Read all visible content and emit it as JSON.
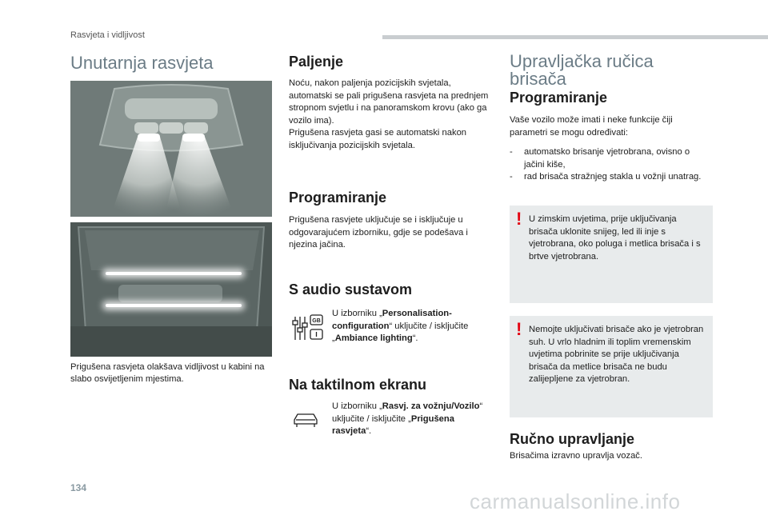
{
  "header": {
    "section": "Rasvjeta i vidljivost"
  },
  "page_number": "134",
  "watermark": "carmanualsonline.info",
  "col1": {
    "title": "Unutarnja rasvjeta",
    "caption": "Prigušena rasvjeta olakšava vidljivost u kabini na slabo osvijetljenim mjestima."
  },
  "col2": {
    "paljenje": {
      "heading": "Paljenje",
      "text1": "Noću, nakon paljenja pozicijskih svjetala, automatski se pali prigušena rasvjeta na prednjem stropnom svjetlu i na panoramskom krovu (ako ga vozilo ima).",
      "text2": "Prigušena rasvjeta gasi se automatski nakon isključivanja pozicijskih svjetala."
    },
    "programiranje": {
      "heading": "Programiranje",
      "text": "Prigušena rasvjete uključuje se i isključuje u odgovarajućem izborniku, gdje se podešava i njezina jačina."
    },
    "audio": {
      "heading": "S audio sustavom",
      "pre": "U izborniku „",
      "menu": "Personalisation-configuration",
      "mid": "“ uključite / isključite „",
      "item": "Ambiance lighting",
      "post": "“."
    },
    "touch": {
      "heading": "Na taktilnom ekranu",
      "pre": "U izborniku „",
      "menu": "Rasvj. za vožnju/Vozilo",
      "mid": "“ uključite / isključite „",
      "item": "Prigušena rasvjeta",
      "post": "“."
    },
    "icons": {
      "audio": "settings-sliders-gb-icon",
      "touch": "car-icon"
    }
  },
  "col3": {
    "title": "Upravljačka ručica brisača",
    "programiranje": {
      "heading": "Programiranje",
      "intro": "Vaše vozilo može imati i neke funkcije čiji parametri se mogu određivati:",
      "bullets": [
        "automatsko brisanje vjetrobrana, ovisno o jačini kiše,",
        "rad brisača stražnjeg stakla u vožnji unatrag."
      ]
    },
    "warning1": "U zimskim uvjetima, prije uključivanja brisača uklonite snijeg, led ili inje s vjetrobrana, oko poluga i metlica brisača i s brtve vjetrobrana.",
    "warning2": "Nemojte uključivati brisače ako je vjetrobran suh. U vrlo hladnim ili toplim vremenskim uvjetima pobrinite se prije uključivanja brisača da metlice brisača ne budu zalijepljene za vjetrobran.",
    "warning_mark": "!",
    "rucno": {
      "heading": "Ručno upravljanje",
      "text": "Brisačima izravno upravlja vozač."
    }
  },
  "colors": {
    "title_gray": "#6b7c86",
    "warning_red": "#e30613",
    "box_bg": "#e8ebec"
  }
}
